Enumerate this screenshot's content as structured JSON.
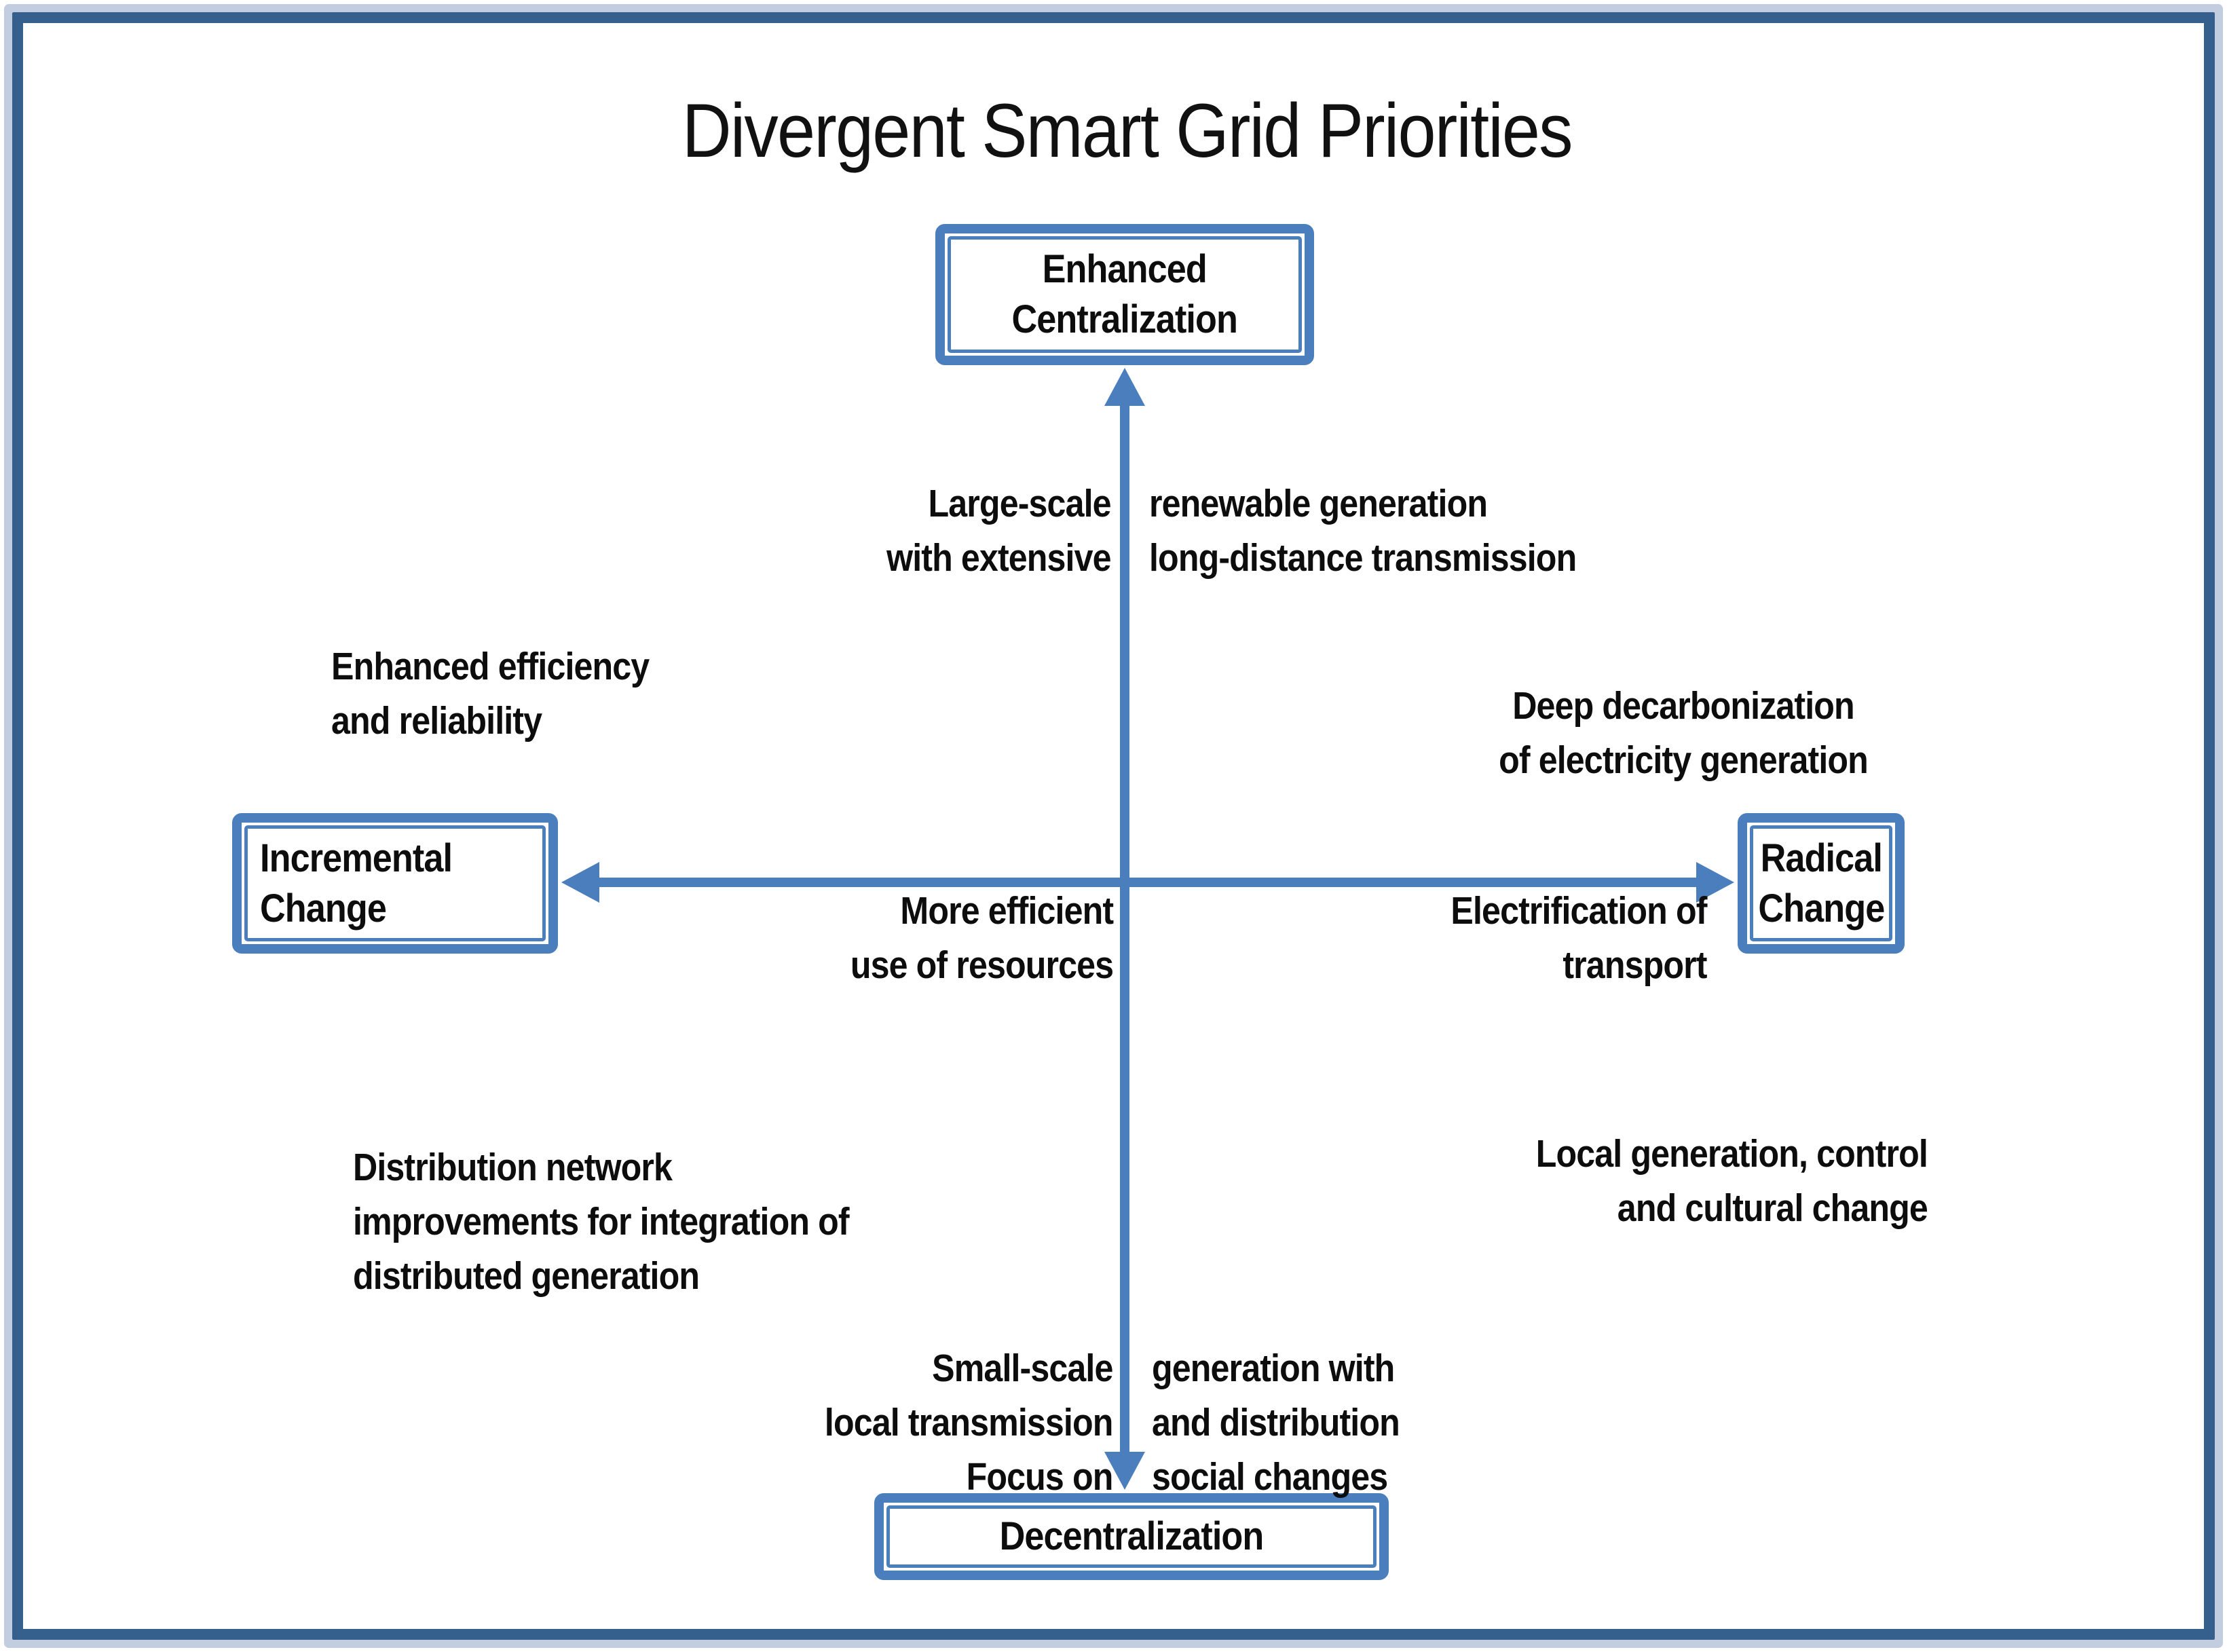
{
  "title": "Divergent Smart Grid Priorities",
  "nodes": {
    "top": {
      "label": "Enhanced\nCentralization"
    },
    "bottom": {
      "label": "Decentralization"
    },
    "left": {
      "label": "Incremental\nChange"
    },
    "right": {
      "label": "Radical\nChange"
    }
  },
  "labels": {
    "vertical_axis_upper_left": "Large-scale\nwith extensive",
    "vertical_axis_upper_right": "renewable generation\nlong-distance transmission",
    "quadrant_upper_left": "Enhanced efficiency\nand reliability",
    "quadrant_upper_right": "Deep decarbonization\nof electricity generation",
    "horizontal_axis_left": "More efficient\nuse of resources",
    "horizontal_axis_right": "Electrification of\ntransport",
    "quadrant_lower_left": "Distribution network\nimprovements for integration of\ndistributed generation",
    "quadrant_lower_right": "Local generation, control\nand cultural change",
    "vertical_axis_lower_left": "Small-scale\nlocal transmission\nFocus on",
    "vertical_axis_lower_right": "generation with\nand distribution\nsocial changes"
  },
  "colors": {
    "axis_blue": "#4b7ebd",
    "frame_dark_blue": "#355f8d",
    "frame_light_blue": "#c3cde0",
    "text": "#0d0d0d"
  }
}
